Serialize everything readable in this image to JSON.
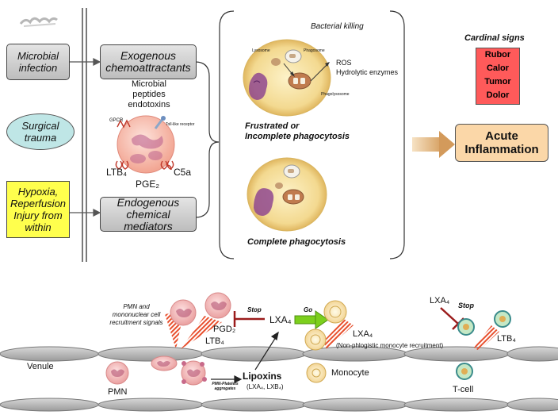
{
  "sources": {
    "microbial": "Microbial infection",
    "surgical": "Surgical trauma",
    "hypoxia": "Hypoxia, Reperfusion Injury from within"
  },
  "mediators": {
    "exogenous": "Exogenous chemoattractants",
    "endogenous": "Endogenous chemical mediators",
    "microbial_peptides": "Microbial peptides endotoxins",
    "gpcr": "GPCR",
    "tolllike": "Toll-like receptor",
    "ltb4": "LTB₄",
    "pge2": "PGE₂",
    "c5a": "C5a"
  },
  "phagocytosis": {
    "bacterial_killing": "Bacterial killing",
    "lysosome": "Lysosome",
    "phagosome": "Phagosome",
    "phagolysosome": "Phagolysosome",
    "ros": "ROS",
    "hydrolytic": "Hydrolytic enzymes",
    "frustrated_line1": "Frustrated  or",
    "frustrated_line2": "Incomplete phagocytosis",
    "complete": "Complete phagocytosis"
  },
  "cardinal": {
    "title": "Cardinal signs",
    "signs": [
      "Rubor",
      "Calor",
      "Tumor",
      "Dolor"
    ]
  },
  "outcome": "Acute Inflammation",
  "bottom": {
    "recruitment": "PMN and mononuclear cell recruitment signals",
    "pgd2": "PGD₂",
    "ltb4_left": "LTB₄",
    "stop1": "Stop",
    "lxa4_center": "LXA₄",
    "go": "Go",
    "lxa4_right": "LXA₄",
    "nonphlogistic": "(Non-phlogistic monocyte recruitment)",
    "lxa4_top": "LXA₄",
    "stop2": "Stop",
    "ltb4_right": "LTB₄",
    "venule": "Venule",
    "pmn": "PMN",
    "pmn_platelet": "PMN-Platelets aggregates",
    "lipoxins": "Lipoxins",
    "lipoxin_types": "(LXA₄, LXB₄)",
    "monocyte": "Monocyte",
    "tcell": "T-cell"
  },
  "colors": {
    "yellow_box": "#ffff4d",
    "teal_ellipse": "#bfe6e6",
    "cardinal_red": "#ff5a5a",
    "outcome_orange": "#fbd7a8",
    "green_arrow": "#7ccf1d",
    "stop_red": "#9b1c1c"
  }
}
